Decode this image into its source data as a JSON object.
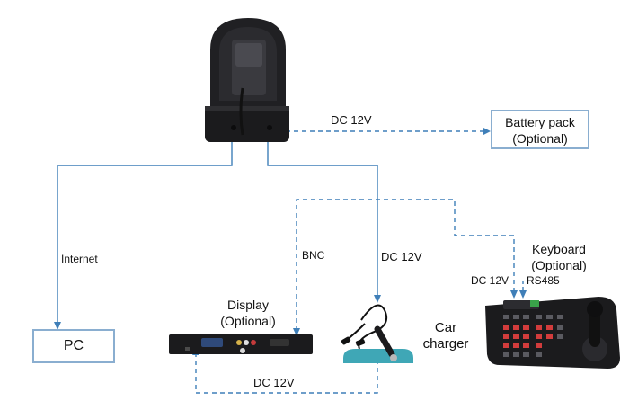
{
  "colors": {
    "line": "#3f7fb8",
    "box_border": "#8aaed0",
    "device_dark": "#1b1b1d",
    "charger_teal": "#3fa7b6"
  },
  "labels": {
    "dc12v_battery": "DC 12V",
    "internet": "Internet",
    "bnc": "BNC",
    "dc12v_charger": "DC 12V",
    "dc12v_keyboard": "DC 12V",
    "rs485": "RS485",
    "dc12v_bottom": "DC 12V"
  },
  "nodes": {
    "battery_pack": {
      "line1": "Battery pack",
      "line2": "(Optional)"
    },
    "pc": {
      "label": "PC"
    },
    "display": {
      "line1": "Display",
      "line2": "(Optional)"
    },
    "car_charger": {
      "line1": "Car",
      "line2": "charger"
    },
    "keyboard": {
      "line1": "Keyboard",
      "line2": "(Optional)"
    }
  },
  "icons": {
    "camera": "ptz-camera-icon",
    "display": "monitor-icon",
    "charger": "car-charger-icon",
    "keyboard": "ptz-keyboard-icon"
  }
}
